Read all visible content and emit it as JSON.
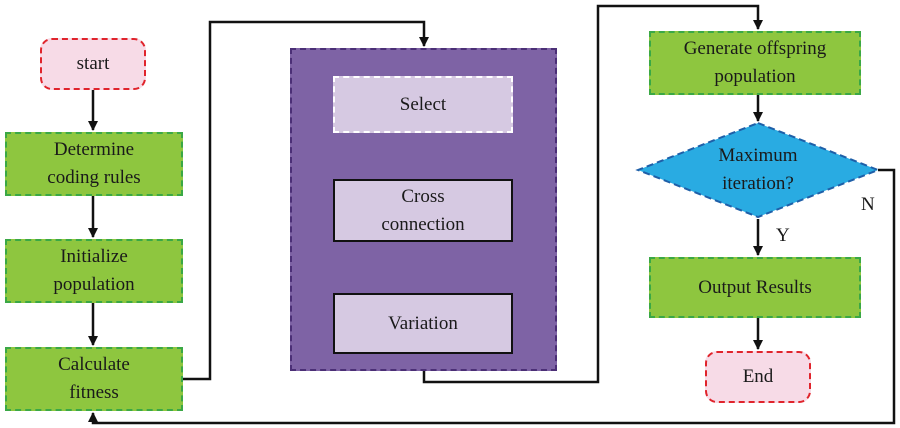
{
  "nodes": {
    "start": "start",
    "determine": "Determine\ncoding rules",
    "initialize": "Initialize\npopulation",
    "calculate": "Calculate\nfitness",
    "select": "Select",
    "cross": "Cross\nconnection",
    "variation": "Variation",
    "generate": "Generate offspring\npopulation",
    "decision": "Maximum\niteration?",
    "output": "Output Results",
    "end": "End"
  },
  "edge_labels": {
    "yes": "Y",
    "no": "N"
  },
  "colors": {
    "process_fill": "#8ec63f",
    "terminal_fill": "#f7dbe7",
    "decision_fill": "#29abe2",
    "panel_fill": "#7e63a5",
    "subbox_fill": "#d6c9e2"
  }
}
